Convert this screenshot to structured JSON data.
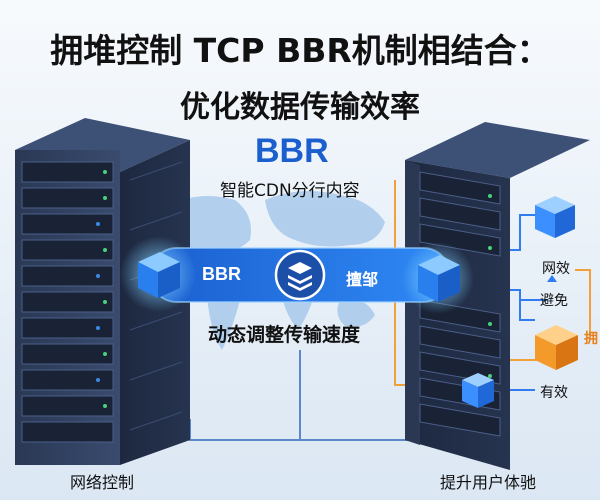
{
  "title": {
    "line1": "拥堆控制 TCP BBR机制相结合：",
    "line2": "优化数据传输效率"
  },
  "labels": {
    "bbr_heading": "BBR",
    "cdn": "智能CDN分行内容",
    "bbr_pill": "BBR",
    "congestion_pill": "擅邹",
    "adjust": "动态调整传输速度",
    "right_net_eff": "网效",
    "right_avoid": "避免",
    "right_effective": "有效",
    "right_edge_cut": "拥",
    "bottom_left": "网络控制",
    "bottom_right": "提升用户体驰"
  },
  "colors": {
    "server_body": "#31405d",
    "server_dark": "#1f2a40",
    "accent_blue": "#2f7df0",
    "cube_blue": "#3b8fff",
    "cube_orange": "#f39a2b",
    "map": "#9cc2ea",
    "orange_line": "#f2a03a"
  },
  "icons": {
    "center_node": "layers-icon",
    "left_cube": "box-icon",
    "right_cubes": "box-icon"
  }
}
